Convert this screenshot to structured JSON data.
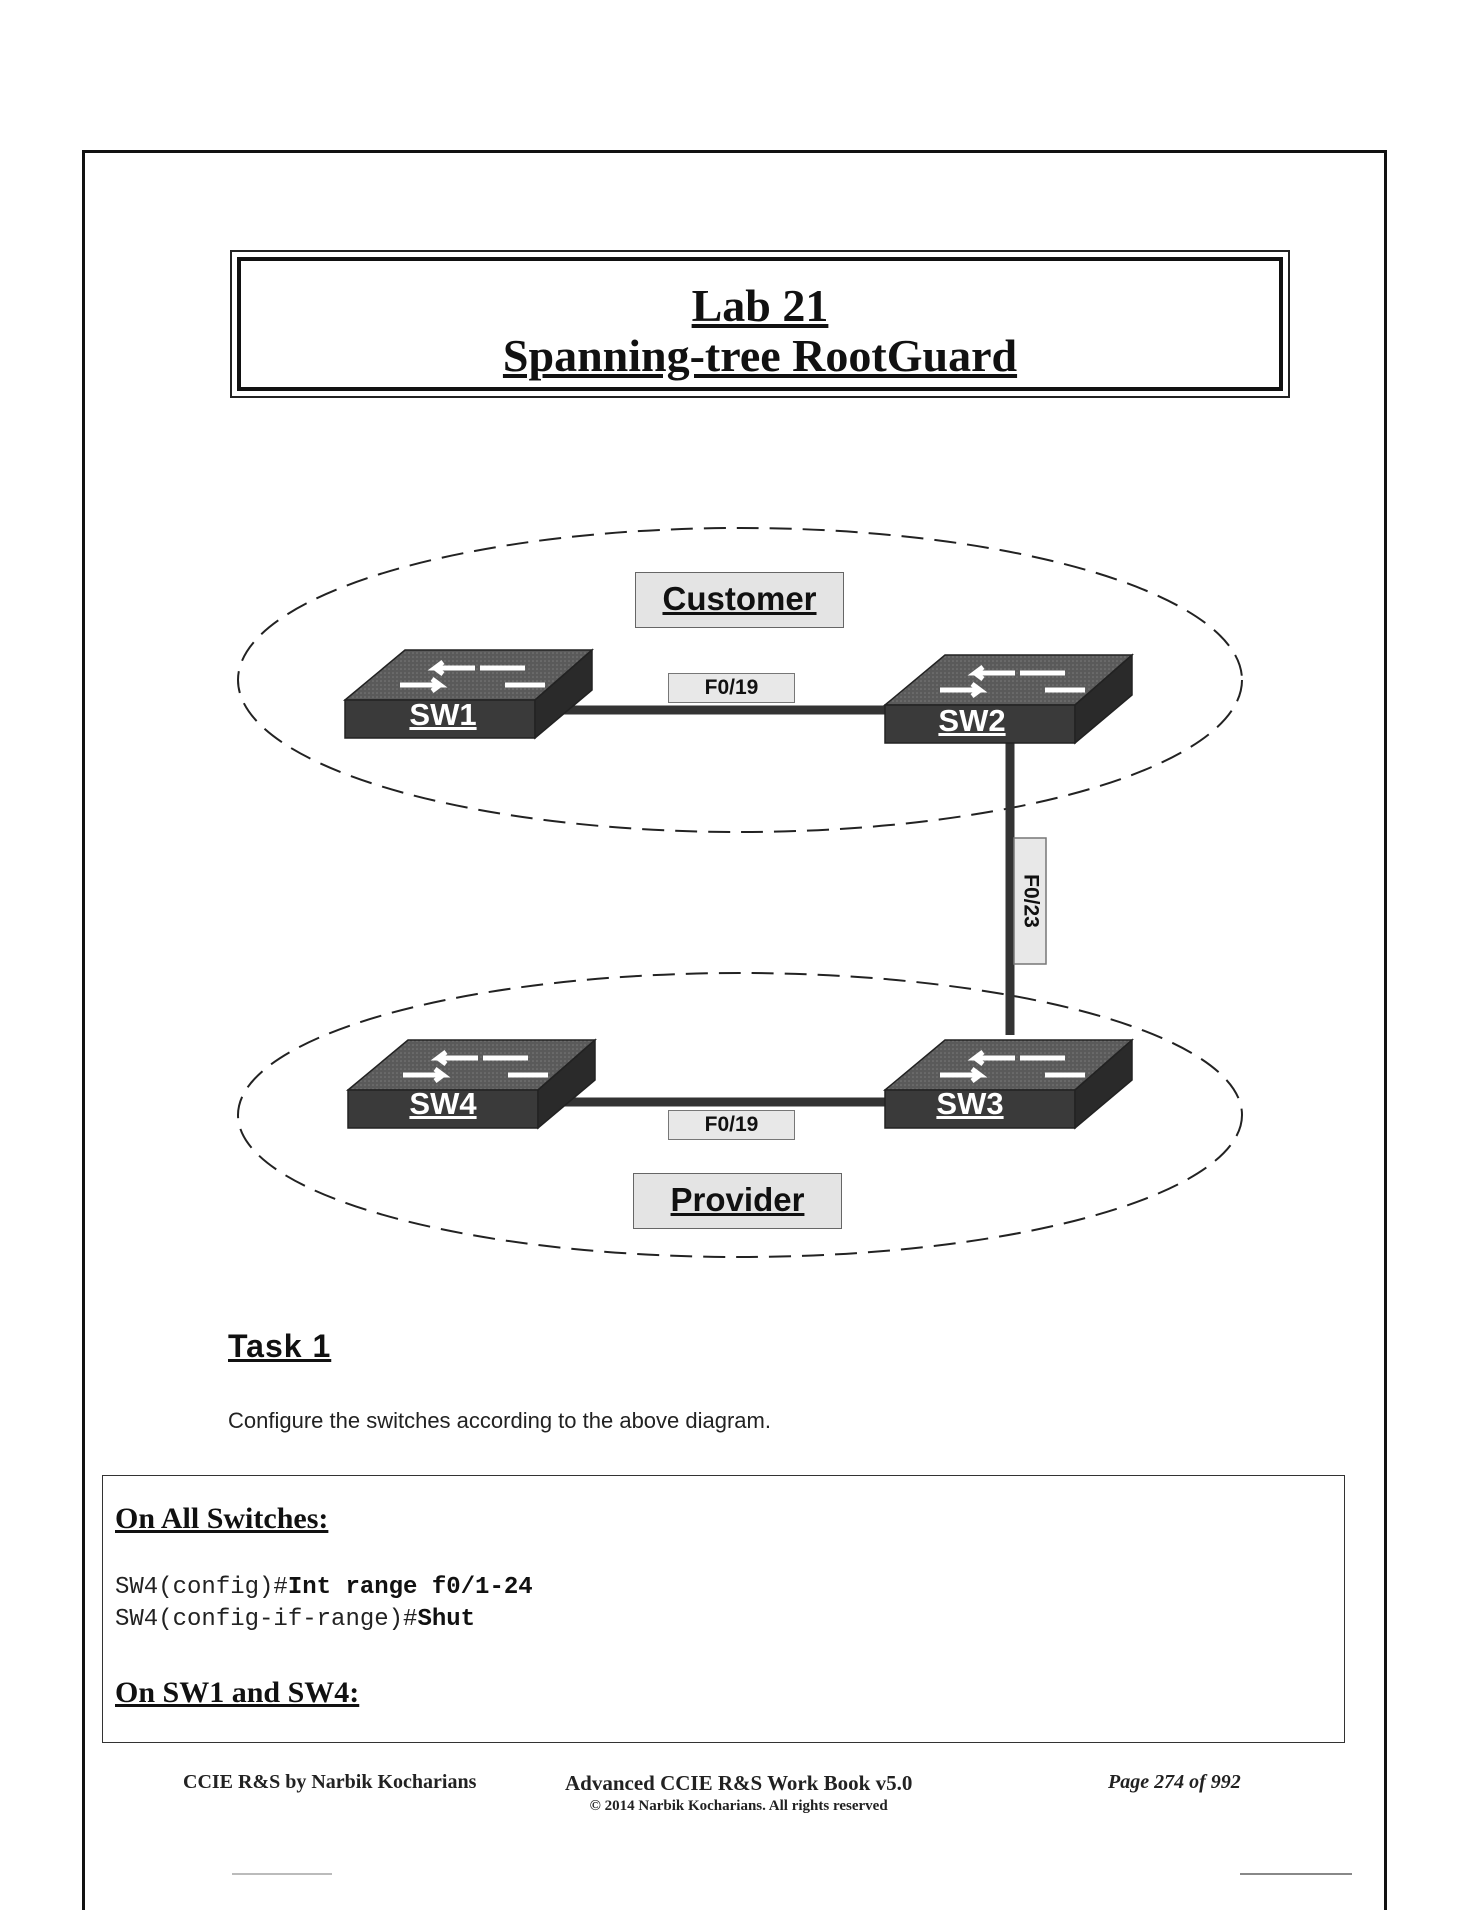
{
  "title": {
    "line1": "Lab 21",
    "line2": "Spanning-tree RootGuard"
  },
  "diagram": {
    "zones": {
      "customer": "Customer",
      "provider": "Provider"
    },
    "switches": {
      "sw1": "SW1",
      "sw2": "SW2",
      "sw3": "SW3",
      "sw4": "SW4"
    },
    "links": {
      "sw1_sw2": "F0/19",
      "sw2_sw3": "F0/23",
      "sw4_sw3": "F0/19"
    }
  },
  "task": {
    "heading": "Task 1",
    "text": "Configure the switches according to the above diagram."
  },
  "config": {
    "section1_heading": "On All Switches:",
    "line1_prompt": "SW4(config)#",
    "line1_cmd": "Int range f0/1-24",
    "line2_prompt": "SW4(config-if-range)#",
    "line2_cmd": "Shut",
    "section2_heading": "On SW1 and SW4:"
  },
  "footer": {
    "left": "CCIE R&S by Narbik Kocharians",
    "center": "Advanced CCIE R&S Work Book v5.0",
    "copyright": "© 2014 Narbik Kocharians. All rights reserved",
    "right": "Page 274 of 992"
  }
}
